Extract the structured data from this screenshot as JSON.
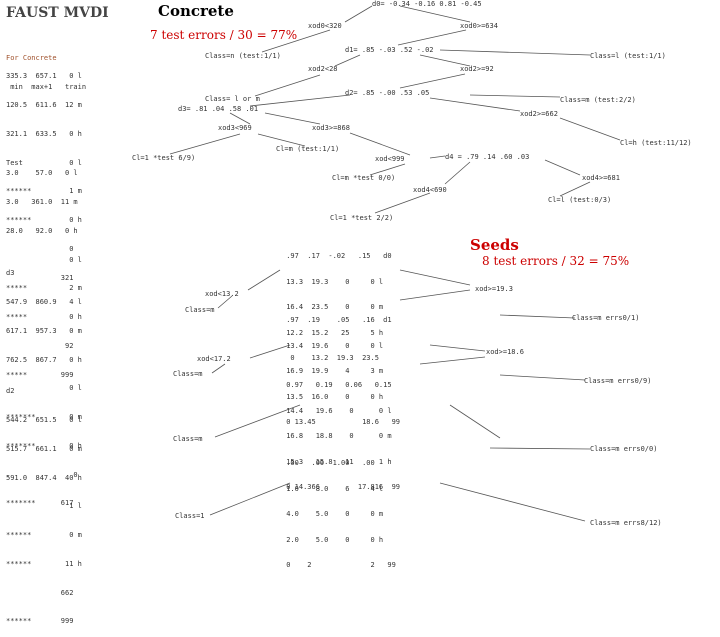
{
  "titles": {
    "main": "FAUST MVDI",
    "concrete": "Concrete",
    "concrete_errors": "7 test errors / 30 = 77%",
    "seeds": "Seeds",
    "seeds_errors": "8 test errors / 32 = 75%"
  },
  "left": {
    "header": [
      "For Concrete",
      " min  max+1   train"
    ],
    "block1": [
      "335.3  657.1   0 l",
      "120.5  611.6  12 m",
      "321.1  633.5   0 h",
      "Test           0 l",
      "******         1 m",
      "******         0 h",
      "               0",
      "             321"
    ],
    "block2": [
      "3.0    57.0   0 l",
      "3.0   361.0  11 m",
      "28.0   92.0   0 h",
      "               0 l",
      "*****          2 m",
      "*****          0 h",
      "              92",
      "*****        999"
    ],
    "block3": [
      "d3",
      "547.9  860.9   4 l",
      "617.1  957.3   0 m",
      "762.5  867.7   0 h",
      "               0 l",
      "*******        0 m",
      "*******        0 h",
      ".               0",
      "*******      617"
    ],
    "block4": [
      "d2",
      "544.2  651.5   0 l",
      "515.7  661.1   0 m",
      "591.0  847.4  40 h",
      "               1 l",
      "******         0 m",
      "******        11 h",
      "             662",
      "******       999"
    ]
  },
  "tree": {
    "d0": "d0= -0.34 -0.16 0.81 -0.45",
    "xod0_lt": "xod0<320",
    "xod0_ge": "xod0>=634",
    "c_n_test1": "Class=n (test:1/1)",
    "d1": "d1= .85 -.03 .52 -.02",
    "c_l_test1": "Class=l (test:1/1)",
    "xod2_lt": "xod2<28",
    "xod2_ge": "xod2>=92",
    "c_l_or_m": "Class= l or m",
    "d2": "d2= .85 -.00 .53 .05",
    "c_m_test22": "Class=m (test:2/2)",
    "d3": "d3= .81 .04 .58 .01",
    "xod2_ge662": "xod2>=662",
    "xod3_lt": "xod3<969",
    "xod3_ge": "xod3>=868",
    "c_h_test11_12": "Cl=h (test:11/12)",
    "c_m_test11": "Cl=m (test:1/1)",
    "cl1_test69": "Cl=1 *test 6/9)",
    "xod_lt999": "xod<999",
    "d4": "d4 = .79 .14 .60 .03",
    "c_m_test00": "Cl=m *test 0/0)",
    "xod4_ge681": "xod4>=681",
    "xod4_lt690": "xod4<690",
    "c_l_test03": "Cl=l (test:0/3)",
    "cl1_test22": "Cl=1 *test 2/2)",
    "xod_lt13": "xod<13.2",
    "xod_ge193": "xod>=19.3",
    "class_m_left1": "Class=m",
    "c_m_errs01": "Class=m errs0/1)",
    "xod_ge186": "xod>=18.6",
    "xod_lt172": "xod<17.2",
    "class_m_left2": "Class=m",
    "c_m_errs09": "Class=m errs0/9)",
    "class_m_left3": "Class=m",
    "c_m_errs00": "Class=m errs0/0)",
    "class_l_left": "Class=1",
    "c_m_errs812": "Class=m errs8/12)"
  },
  "seed_tables": {
    "t1": [
      " .97  .17  -.02   .15   d0",
      " 13.3  19.3    0     0 l",
      " 16.4  23.5    0     0 m",
      " 12.2  15.2   25     5 h",
      "  0    13.2  19.3  23.5"
    ],
    "t2": [
      " .97  .19    .05   .16  d1",
      " 13.4  19.6    0     0 l",
      " 16.9  19.9    4     3 m",
      " 13.5  16.0    0     0 h",
      " 0 13.45           18.6   99"
    ],
    "t3": [
      " 0.97   0.19   0.06   0.15",
      " 14.4   19.6    0      0 l",
      " 16.8   18.8    0      0 m",
      " 15.3   15.8   11      1 h",
      " 0 14.366         17.816  99"
    ],
    "t4": [
      " .00   .00  1.00   .00",
      " 1.0    8.0    6     4 l",
      " 4.0    5.0    0     0 m",
      " 2.0    5.0    0     0 h",
      " 0    2              2   99"
    ]
  }
}
